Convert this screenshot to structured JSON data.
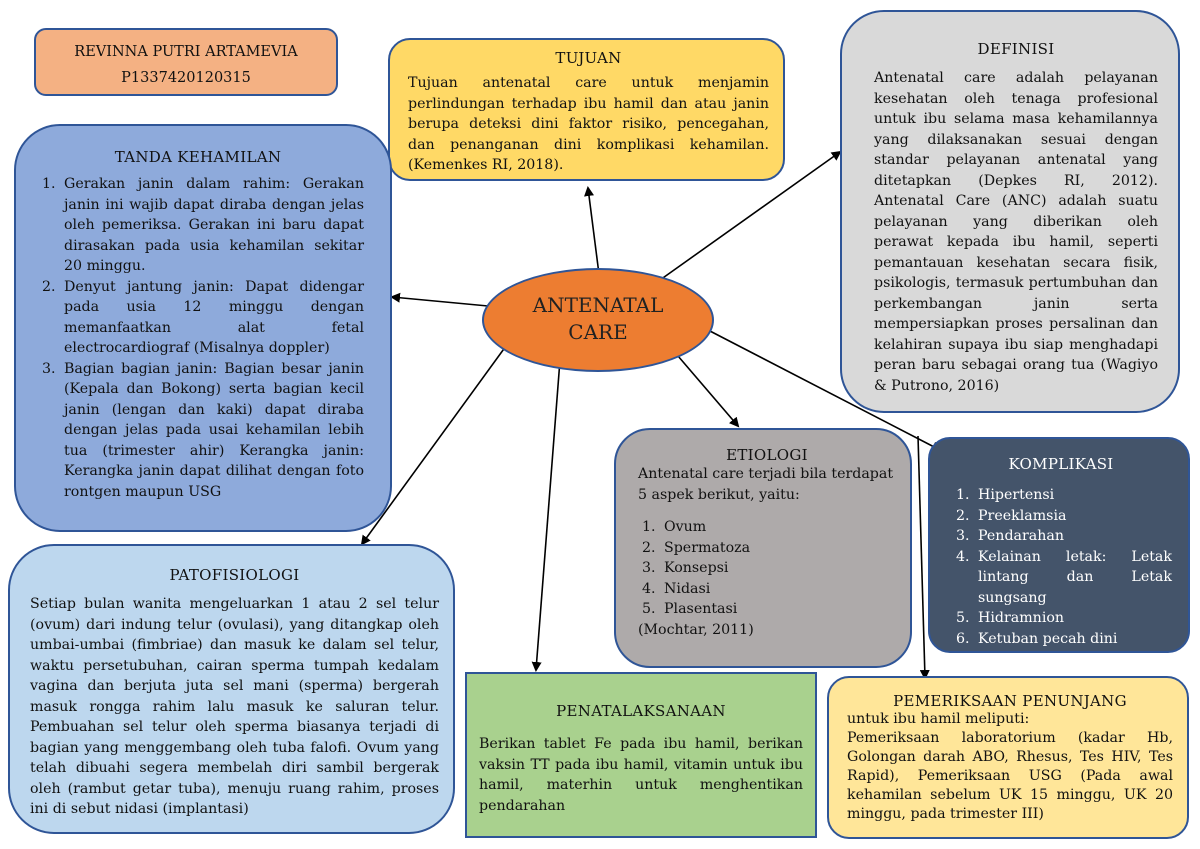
{
  "author": {
    "name": "REVINNA PUTRI ARTAMEVIA",
    "id": "P1337420120315"
  },
  "center": {
    "line1": "ANTENATAL",
    "line2": "CARE"
  },
  "tujuan": {
    "title": "TUJUAN",
    "text": "Tujuan antenatal care untuk menjamin perlindungan terhadap ibu hamil dan atau janin berupa deteksi dini faktor risiko, pencegahan, dan penanganan dini komplikasi kehamilan. (Kemenkes RI, 2018)."
  },
  "definisi": {
    "title": "DEFINISI",
    "text": "Antenatal care adalah pelayanan kesehatan oleh tenaga profesional untuk ibu selama masa kehamilannya yang dilaksanakan sesuai dengan standar pelayanan antenatal yang ditetapkan (Depkes RI, 2012). Antenatal Care (ANC) adalah suatu pelayanan yang diberikan oleh perawat kepada ibu hamil, seperti pemantauan kesehatan secara fisik, psikologis, termasuk pertumbuhan dan perkembangan janin serta mempersiapkan proses persalinan dan kelahiran supaya ibu siap menghadapi peran baru sebagai orang tua (Wagiyo & Putrono, 2016)"
  },
  "tanda": {
    "title": "TANDA KEHAMILAN",
    "items": [
      "Gerakan janin dalam rahim: Gerakan janin ini wajib dapat diraba dengan jelas oleh pemeriksa. Gerakan ini baru dapat dirasakan pada usia kehamilan sekitar 20 minggu.",
      "Denyut jantung janin: Dapat didengar pada usia 12 minggu dengan memanfaatkan alat fetal electrocardiograf (Misalnya doppler)",
      "Bagian bagian janin: Bagian besar janin (Kepala dan Bokong) serta bagian kecil janin (lengan dan kaki) dapat diraba dengan jelas pada usai kehamilan lebih tua (trimester ahir) Kerangka janin: Kerangka janin dapat dilihat dengan foto rontgen maupun USG"
    ]
  },
  "etiologi": {
    "title": "ETIOLOGI",
    "intro": "Antenatal care terjadi bila terdapat 5 aspek berikut, yaitu:",
    "items": [
      "Ovum",
      "Spermatoza",
      "Konsepsi",
      "Nidasi",
      "Plasentasi"
    ],
    "source": "(Mochtar, 2011)"
  },
  "komplikasi": {
    "title": "KOMPLIKASI",
    "items": [
      "Hipertensi",
      "Preeklamsia",
      "Pendarahan",
      "Kelainan letak: Letak lintang dan Letak sungsang",
      "Hidramnion",
      "Ketuban pecah dini"
    ]
  },
  "patofisiologi": {
    "title": "PATOFISIOLOGI",
    "text": "Setiap bulan wanita mengeluarkan 1 atau 2 sel telur (ovum) dari indung telur (ovulasi), yang ditangkap oleh umbai-umbai (fimbriae) dan masuk ke dalam sel telur, waktu persetubuhan, cairan sperma tumpah kedalam vagina dan berjuta juta sel mani (sperma) bergerah masuk rongga rahim lalu masuk ke saluran telur. Pembuahan sel telur oleh sperma biasanya terjadi di bagian yang menggembang oleh tuba falofi. Ovum yang telah dibuahi segera membelah diri sambil bergerak oleh (rambut getar tuba), menuju ruang rahim, proses ini di sebut nidasi (implantasi)"
  },
  "penatalaksanaan": {
    "title": "PENATALAKSANAAN",
    "text": "Berikan tablet Fe pada ibu hamil, berikan vaksin TT pada ibu hamil, vitamin untuk ibu hamil, materhin untuk menghentikan pendarahan"
  },
  "pemeriksaan": {
    "title": "PEMERIKSAAN PENUNJANG",
    "intro": "untuk ibu hamil meliputi:",
    "text": "Pemeriksaan laboratorium (kadar Hb, Golongan darah ABO, Rhesus, Tes HIV, Tes Rapid), Pemeriksaan USG (Pada awal kehamilan sebelum UK 15 minggu, UK 20 minggu, pada trimester III)"
  },
  "colors": {
    "author": "#f4b183",
    "tujuan": "#ffd966",
    "definisi": "#d9d9d9",
    "tanda": "#8eaadb",
    "center": "#ed7d31",
    "etiologi": "#aeaaaa",
    "komplikasi": "#44546a",
    "patofisiologi": "#bdd7ee",
    "penatalaksanaan": "#a9d18e",
    "pemeriksaan": "#ffe699",
    "border": "#2f5597"
  }
}
